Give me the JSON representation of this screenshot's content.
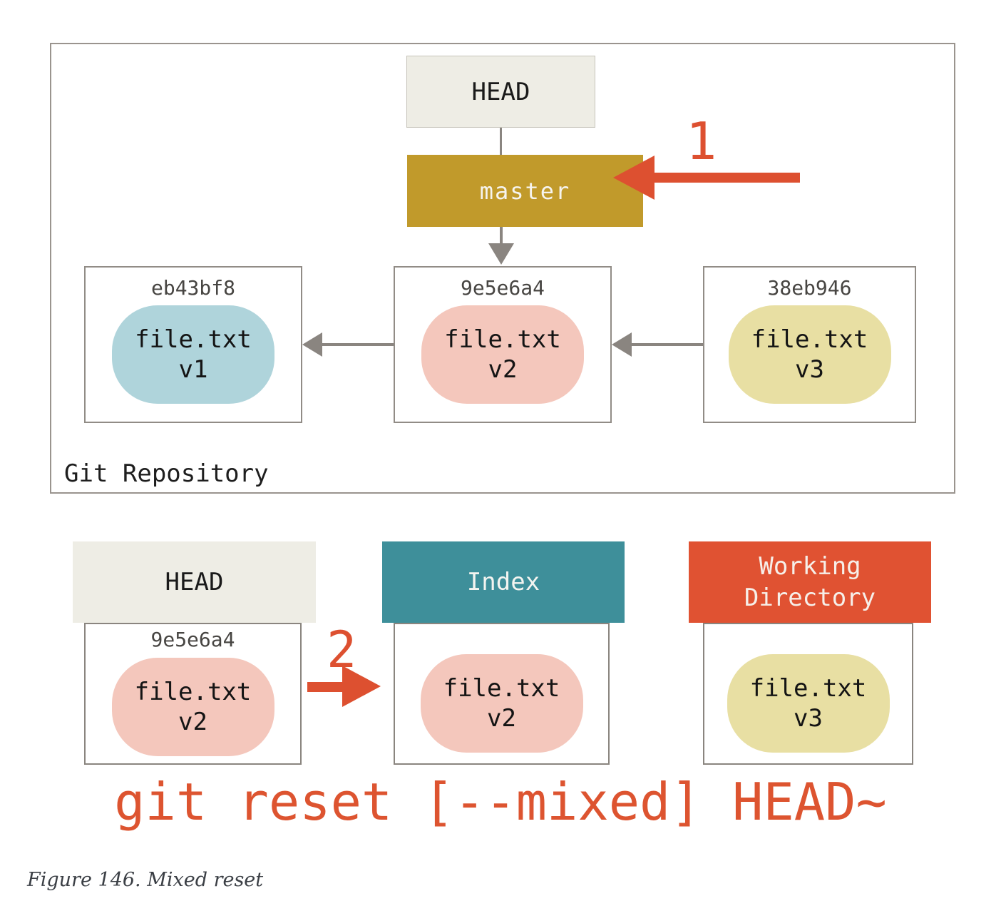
{
  "colors": {
    "accent_red": "#DD5030",
    "command_red": "#DD5430",
    "branch_gold": "#C19A2B",
    "index_teal": "#3E8F9A",
    "working_dir_orange": "#E05232",
    "ref_beige": "#EEEDE5",
    "blob_blue": "#AFD4DB",
    "blob_pink": "#F4C7BC",
    "blob_yellow": "#E8DFA3",
    "arrow_gray": "#8A8580"
  },
  "repository": {
    "label": "Git Repository",
    "head_label": "HEAD",
    "branch_label": "master",
    "commits": [
      {
        "hash": "eb43bf8",
        "file": "file.txt",
        "version": "v1"
      },
      {
        "hash": "9e5e6a4",
        "file": "file.txt",
        "version": "v2"
      },
      {
        "hash": "38eb946",
        "file": "file.txt",
        "version": "v3"
      }
    ]
  },
  "steps": {
    "step1": "1",
    "step2": "2"
  },
  "areas": {
    "head": {
      "label": "HEAD",
      "hash": "9e5e6a4",
      "file": "file.txt",
      "version": "v2"
    },
    "index": {
      "label": "Index",
      "file": "file.txt",
      "version": "v2"
    },
    "working_directory": {
      "label": "Working Directory",
      "file": "file.txt",
      "version": "v3"
    }
  },
  "command": "git reset [--mixed] HEAD~",
  "caption": "Figure 146. Mixed reset"
}
